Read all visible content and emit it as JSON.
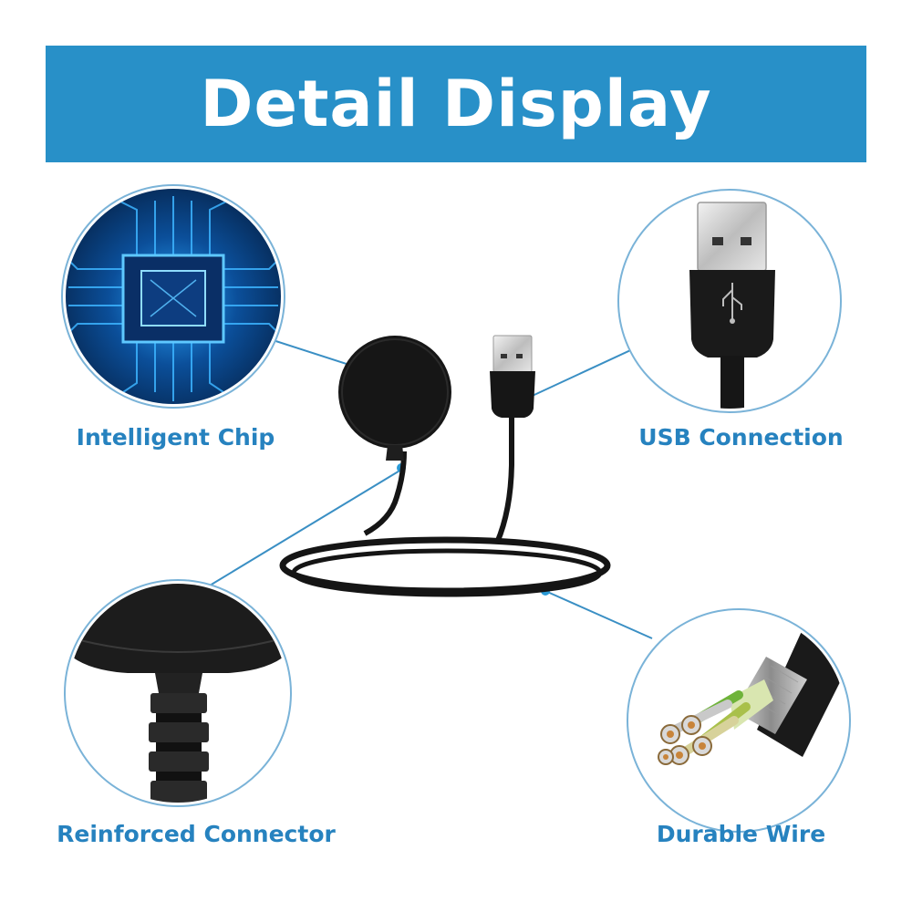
{
  "header": {
    "title": "Detail Display"
  },
  "features": {
    "chip": {
      "label": "Intelligent Chip",
      "icon": "circuit-chip-icon"
    },
    "usb": {
      "label": "USB Connection",
      "icon": "usb-plug-icon"
    },
    "connector": {
      "label": "Reinforced Connector",
      "icon": "connector-strain-relief-icon"
    },
    "wire": {
      "label": "Durable Wire",
      "icon": "cable-cores-icon"
    }
  },
  "colors": {
    "banner": "#2890c8",
    "label": "#2682bf",
    "callout_line": "#3a8fc4",
    "cable": "#151515"
  }
}
